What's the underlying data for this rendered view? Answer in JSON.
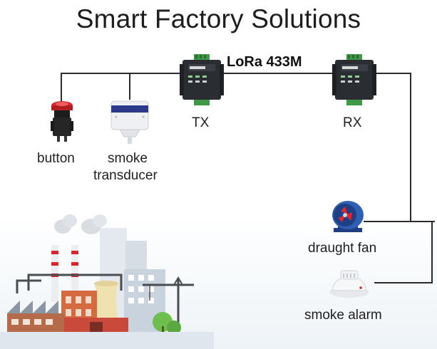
{
  "title": "Smart Factory Solutions",
  "link_label": "LoRa 433M",
  "nodes": {
    "tx": "TX",
    "rx": "RX",
    "button": "button",
    "smoke_transducer_line1": "smoke",
    "smoke_transducer_line2": "transducer",
    "draught_fan": "draught fan",
    "smoke_alarm": "smoke alarm"
  },
  "icons": {
    "tx_device": "lora-transmitter-icon",
    "rx_device": "lora-receiver-icon",
    "button": "push-button-icon",
    "smoke_transducer": "smoke-sensor-icon",
    "draught_fan": "axial-fan-icon",
    "smoke_alarm": "smoke-alarm-icon",
    "factory": "factory-illustration"
  },
  "colors": {
    "wire": "#2b2b2b",
    "device_body": "#2a2d31",
    "device_terminal": "#3f9a48",
    "button_red": "#d8262c",
    "fan_blue": "#2f5fb3",
    "sensor_band": "#2d3a8c"
  }
}
